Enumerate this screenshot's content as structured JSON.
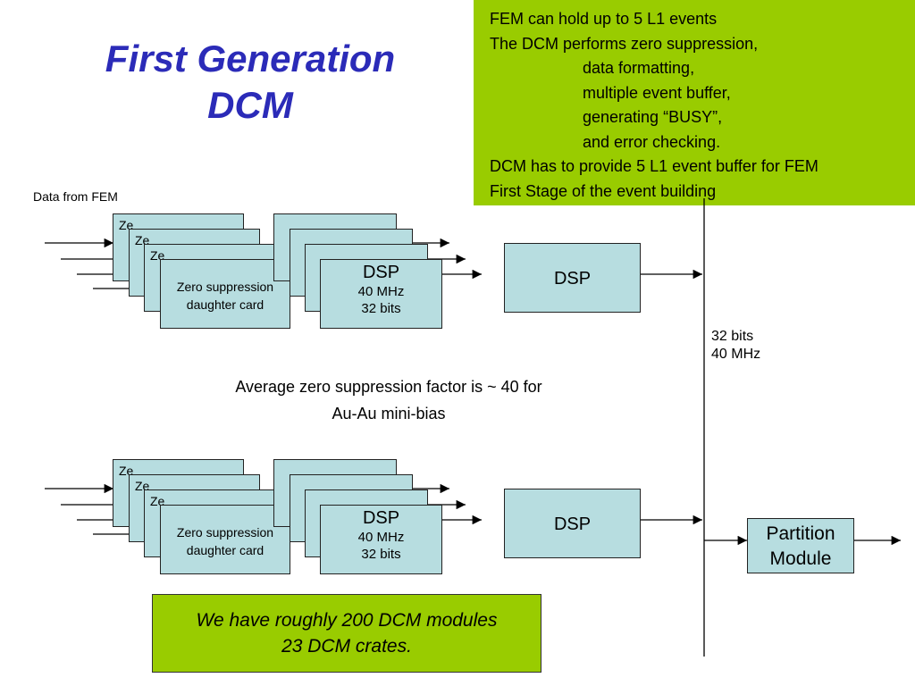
{
  "title": {
    "line1": "First Generation",
    "line2": "DCM"
  },
  "note": {
    "lines": [
      "FEM can hold up to 5 L1 events",
      "The DCM performs zero suppression,",
      "data formatting,",
      "multiple event buffer,",
      "generating “BUSY”,",
      "and error checking.",
      "DCM has to provide 5 L1 event buffer for FEM",
      "First Stage of the event building"
    ]
  },
  "data_from_fem": "Data from FEM",
  "zs_partial": [
    "Ze",
    "Ze",
    "Ze"
  ],
  "zs_card": {
    "line1": "Zero suppression",
    "line2": "daughter card"
  },
  "dsp_card": {
    "name": "DSP",
    "freq": "40 MHz",
    "bits": "32 bits"
  },
  "dsp_main": "DSP",
  "bus_label": {
    "bits": "32 bits",
    "freq": "40 MHz"
  },
  "center_note": {
    "line1": "Average zero suppression factor is ~ 40 for",
    "line2": "Au-Au mini-bias"
  },
  "partition": {
    "line1": "Partition",
    "line2": "Module"
  },
  "bottom_note": {
    "line1": "We have roughly 200 DCM modules",
    "line2": "23 DCM crates."
  },
  "colors": {
    "box_fill": "#b7dde0",
    "note_green": "#99cc00",
    "title_blue": "#2b2bb8"
  }
}
